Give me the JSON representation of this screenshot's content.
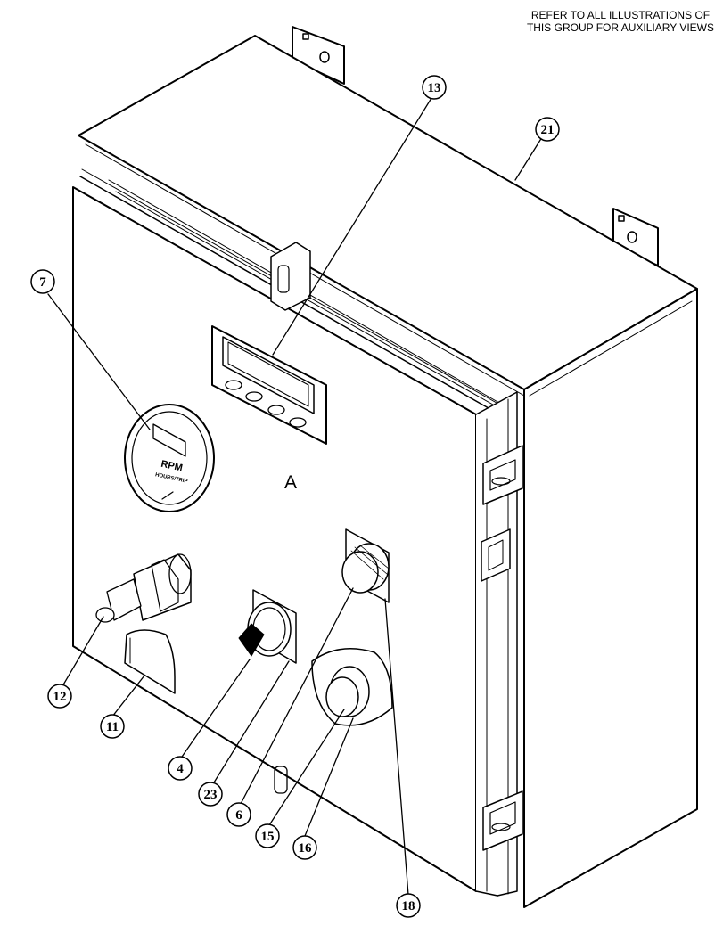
{
  "note": {
    "line1": "REFER TO ALL ILLUSTRATIONS OF",
    "line2": "THIS GROUP FOR AUXILIARY VIEWS"
  },
  "view_letter": "A",
  "gauge_text": {
    "line1": "RPM",
    "line2": "HOURS/TRIP"
  },
  "callouts": {
    "c13": "13",
    "c21": "21",
    "c7": "7",
    "c12": "12",
    "c11": "11",
    "c4": "4",
    "c23": "23",
    "c6": "6",
    "c15": "15",
    "c16": "16",
    "c18": "18"
  }
}
